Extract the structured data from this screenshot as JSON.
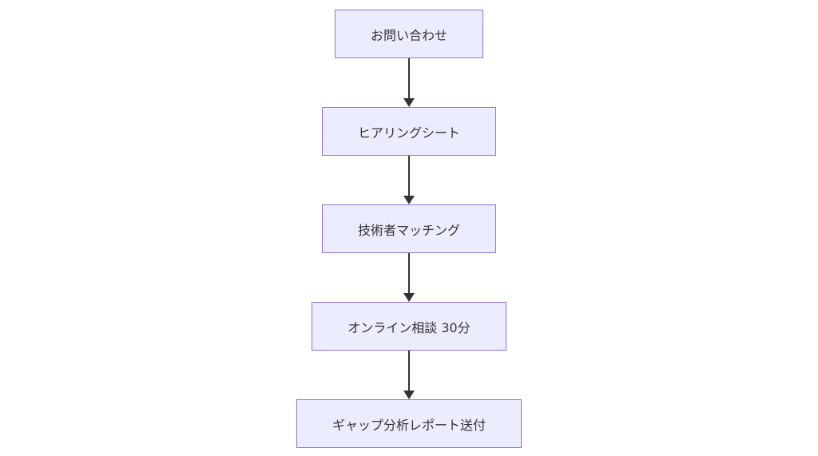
{
  "diagram": {
    "type": "flowchart",
    "direction": "top-down",
    "nodes": [
      {
        "id": "step-1",
        "label": "お問い合わせ"
      },
      {
        "id": "step-2",
        "label": "ヒアリングシート"
      },
      {
        "id": "step-3",
        "label": "技術者マッチング"
      },
      {
        "id": "step-4",
        "label": "オンライン相談 30分"
      },
      {
        "id": "step-5",
        "label": "ギャップ分析レポート送付"
      }
    ],
    "edges": [
      {
        "from": "step-1",
        "to": "step-2"
      },
      {
        "from": "step-2",
        "to": "step-3"
      },
      {
        "from": "step-3",
        "to": "step-4"
      },
      {
        "from": "step-4",
        "to": "step-5"
      }
    ],
    "colors": {
      "node_fill": "#ECECFF",
      "node_border": "#9370DB",
      "arrow": "#333333",
      "text": "#333333",
      "background": "#FFFFFF"
    }
  }
}
